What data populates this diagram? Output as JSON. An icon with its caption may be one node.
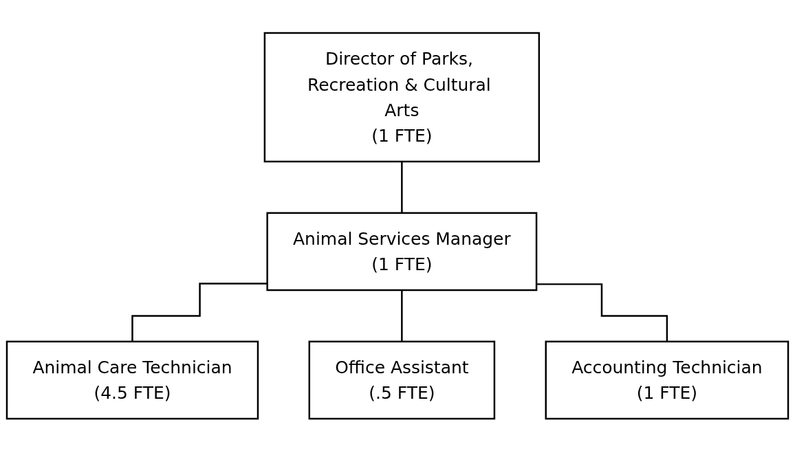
{
  "diagram": {
    "nodes": [
      {
        "text": [
          "Director of Parks, Recreation & Cultural Arts",
          "(1 FTE)"
        ]
      },
      {
        "text": [
          "Animal Services Manager",
          "(1 FTE)"
        ]
      },
      {
        "text": [
          "Animal Care Technician",
          "(4.5 FTE)"
        ]
      },
      {
        "text": [
          "Office Assistant",
          "(.5 FTE)"
        ]
      },
      {
        "text": [
          "Accounting Technician",
          "(1 FTE)"
        ]
      }
    ],
    "edges": [
      {
        "from": 0,
        "to": 1,
        "arrow": "none"
      },
      {
        "from": 1,
        "to": 2,
        "arrow": "none"
      },
      {
        "from": 1,
        "to": 3,
        "arrow": "none"
      },
      {
        "from": 1,
        "to": 4,
        "arrow": "none"
      }
    ]
  }
}
